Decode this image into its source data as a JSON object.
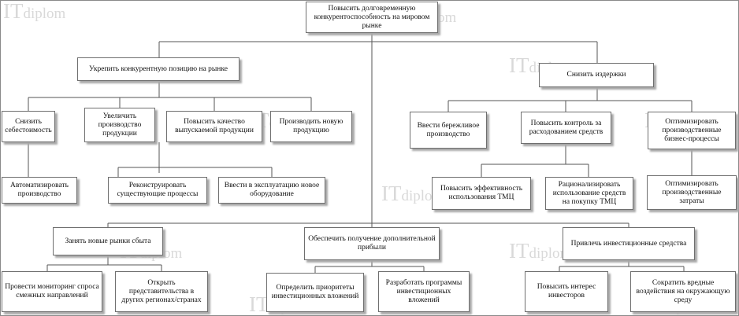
{
  "diagram": {
    "root": "Повысить долговременную конкурентоспособность на мировом рынке",
    "branch_market": "Укрепить конкурентную позицию на рынке",
    "branch_costs": "Снизить издержки",
    "lower_cost": "Снизить себестоимость",
    "increase_production": "Увеличить производство продукции",
    "improve_quality": "Повысить качество выпускаемой продукции",
    "new_product": "Производить новую продукцию",
    "automate": "Автоматизировать производство",
    "reconstruct": "Реконструировать существующие процессы",
    "commission_equipment": "Ввести в эксплуатацию новое оборудование",
    "lean": "Ввести бережливое производство",
    "expense_control": "Повысить контроль за расходованием средств",
    "optimize_processes": "Оптимизировать производственные бизнес-процессы",
    "tmc_efficiency": "Повысить эффективность использования ТМЦ",
    "rationalize_purchase": "Рационализировать использование средств на покупку ТМЦ",
    "optimize_costs": "Оптимизировать производственные затраты",
    "new_markets": "Занять новые рынки сбыта",
    "additional_profit": "Обеспечить получение дополнительной прибыли",
    "attract_investment": "Привлечь инвестиционные средства",
    "monitoring": "Провести мониторинг спроса смежных направлений",
    "representative_offices": "Открыть представительства в других регионах/странах",
    "investment_priorities": "Определить приоритеты инвестиционных вложений",
    "investment_programs": "Разработать программы инвестиционных вложений",
    "investor_interest": "Повысить интерес инвесторов",
    "reduce_harm": "Сократить вредные воздействия на окружающую среду"
  },
  "watermark": {
    "it": "IT",
    "diplom": "diplom"
  }
}
